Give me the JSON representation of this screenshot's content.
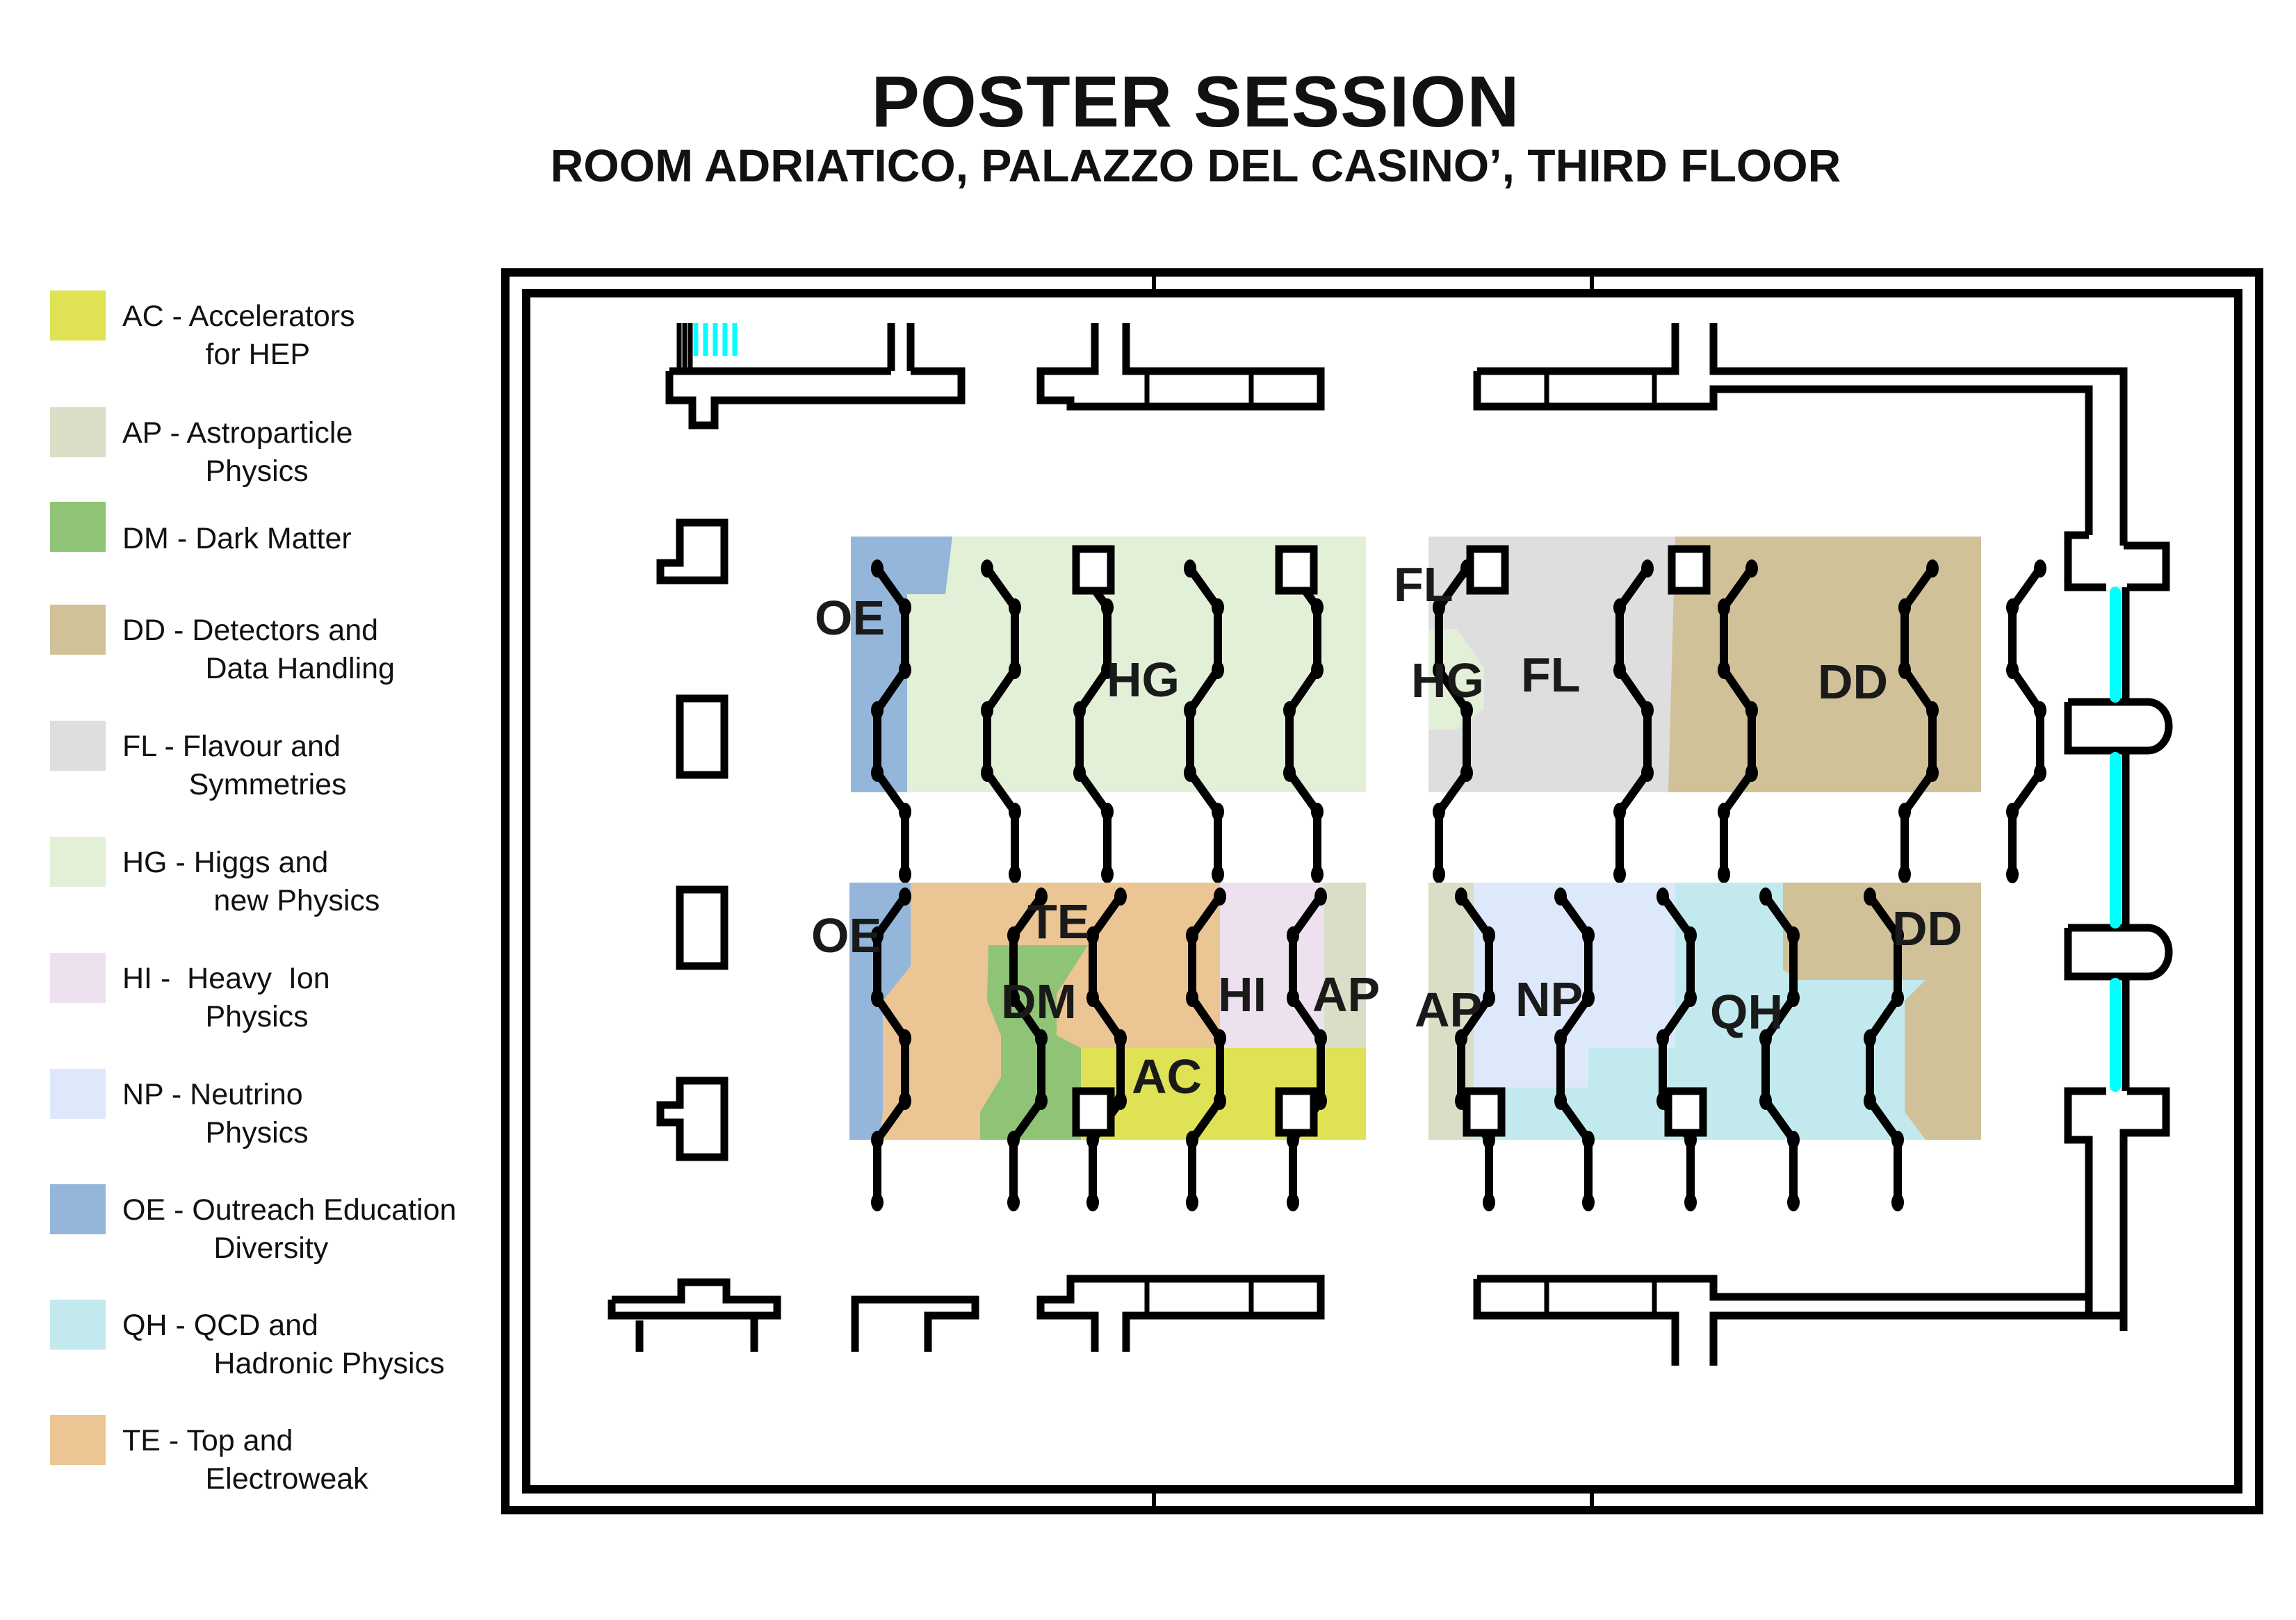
{
  "header": {
    "title": "POSTER SESSION",
    "subtitle": "ROOM ADRIATICO, PALAZZO DEL CASINO’, THIRD FLOOR"
  },
  "legend": {
    "items": [
      {
        "code": "AC",
        "text": "AC - Accelerators\n          for HEP",
        "color": "#dfe255"
      },
      {
        "code": "AP",
        "text": "AP - Astroparticle\n          Physics",
        "color": "#d8dfc6"
      },
      {
        "code": "DM",
        "text": "DM - Dark Matter",
        "color": "#8fc477"
      },
      {
        "code": "DD",
        "text": "DD - Detectors and\n          Data Handling",
        "color": "#d0c199"
      },
      {
        "code": "FL",
        "text": "FL - Flavour and\n        Symmetries",
        "color": "#dedede"
      },
      {
        "code": "HG",
        "text": "HG - Higgs and\n           new Physics",
        "color": "#e3f0d8"
      },
      {
        "code": "HI",
        "text": "HI -  Heavy  Ion\n          Physics",
        "color": "#ede1ef"
      },
      {
        "code": "NP",
        "text": "NP - Neutrino\n          Physics",
        "color": "#dde9fb"
      },
      {
        "code": "OE",
        "text": "OE - Outreach Education\n           Diversity",
        "color": "#94b6db"
      },
      {
        "code": "QH",
        "text": "QH - QCD and\n           Hadronic Physics",
        "color": "#c2eaee"
      },
      {
        "code": "TE",
        "text": "TE - Top and\n          Electroweak",
        "color": "#ebc594"
      }
    ]
  },
  "floorplan": {
    "accent_window_color": "#00ffff",
    "upper_left_labels": {
      "oe": "OE",
      "hg": "HG"
    },
    "upper_right_labels": {
      "fl_top": "FL",
      "hg": "HG",
      "fl": "FL",
      "dd": "DD"
    },
    "lower_left_labels": {
      "oe": "OE",
      "te": "TE",
      "dm": "DM",
      "hi": "HI",
      "ap": "AP",
      "ac": "AC"
    },
    "lower_right_labels": {
      "ap": "AP",
      "np": "NP",
      "qh": "QH",
      "dd": "DD"
    }
  }
}
